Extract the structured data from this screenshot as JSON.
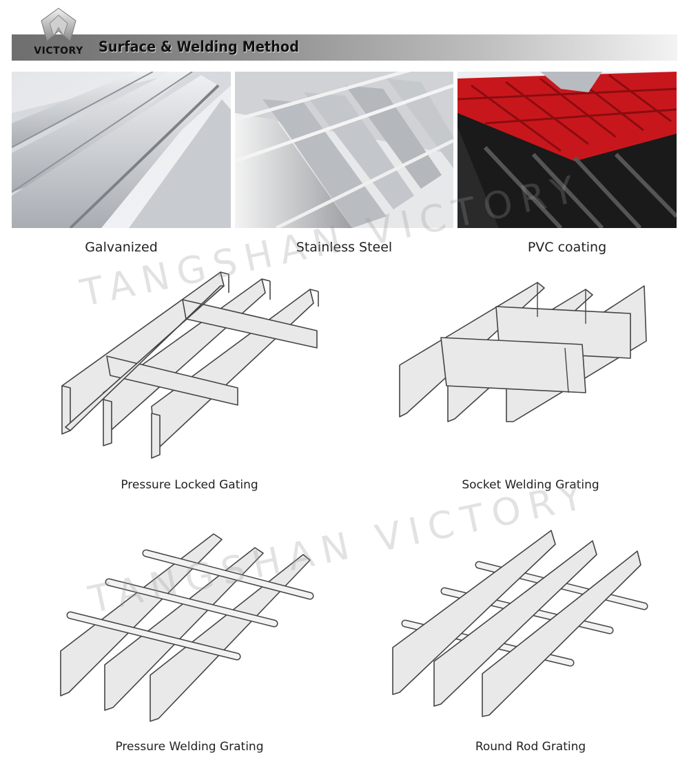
{
  "header": {
    "logo_text": "VICTORY",
    "title": "Surface & Welding Method"
  },
  "photos": [
    {
      "caption": "Galvanized",
      "icon": "galvanized-grating-photo"
    },
    {
      "caption": "Stainless Steel",
      "icon": "stainless-grating-photo"
    },
    {
      "caption": "PVC coating",
      "icon": "pvc-grating-photo"
    }
  ],
  "drawings": [
    {
      "caption": "Pressure Locked Gating"
    },
    {
      "caption": "Socket Welding Grating"
    },
    {
      "caption": "Pressure Welding Grating"
    },
    {
      "caption": "Round Rod Grating"
    }
  ],
  "watermark": "TANGSHAN VICTORY",
  "colors": {
    "header_dark": "#6e6e6e",
    "pvc_red": "#c8171c",
    "line_gray": "#444444"
  }
}
